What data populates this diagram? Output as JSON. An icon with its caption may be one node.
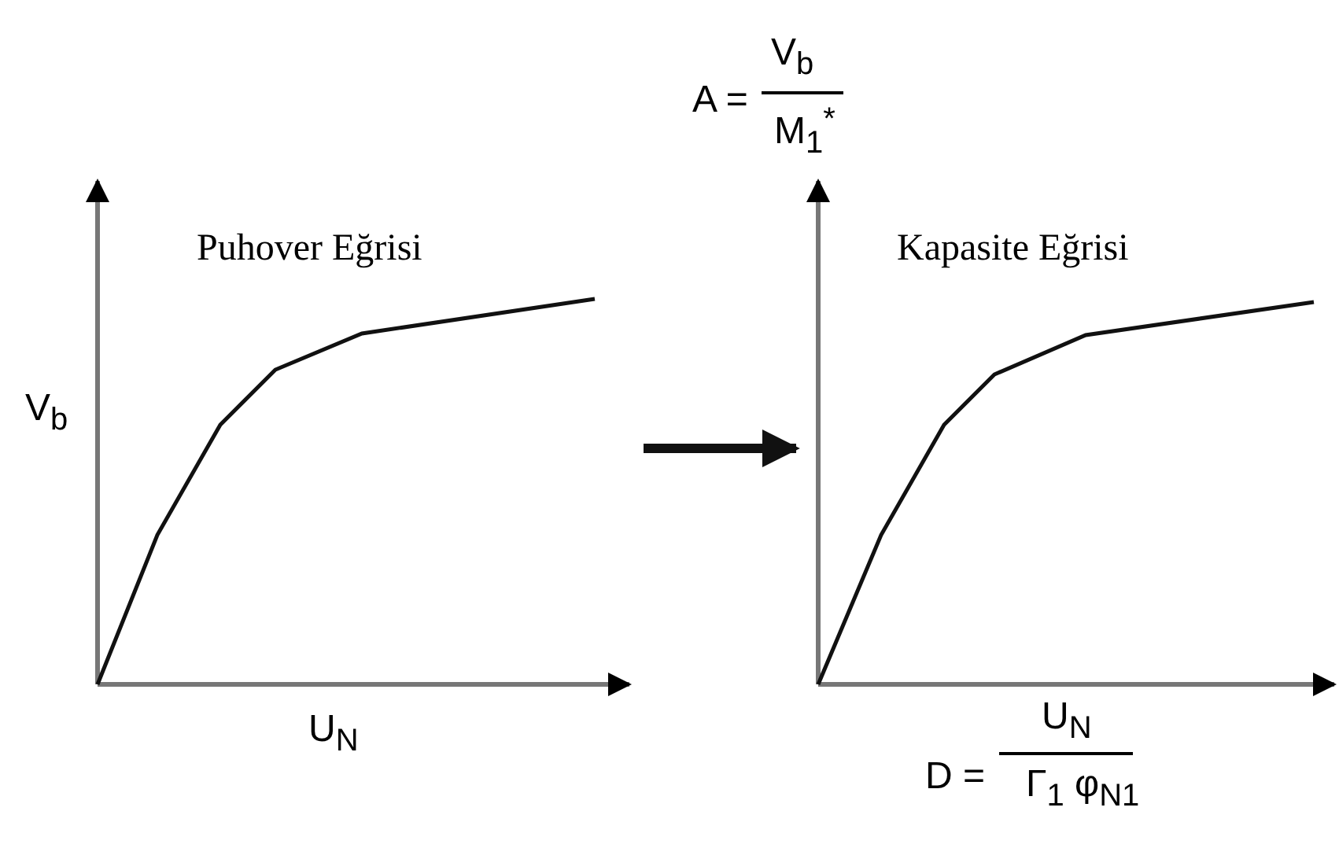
{
  "diagram": {
    "nodes": [
      {
        "text": [
          "Puhover Eğrisi"
        ],
        "beside": [
          "V$_{b}$",
          "U$_{N}$"
        ]
      },
      {
        "text": [
          "Kapasite Eğrisi"
        ]
      }
    ],
    "edges": [
      {
        "from": 0,
        "to": 1,
        "arrow": "to"
      }
    ],
    "labels": [
      "A =",
      "V$_{b}$",
      "M$_{1}$$^{*}$",
      "U$_{N}$",
      "D =",
      "Γ$_{1}$ φ$_{N1}$"
    ]
  }
}
